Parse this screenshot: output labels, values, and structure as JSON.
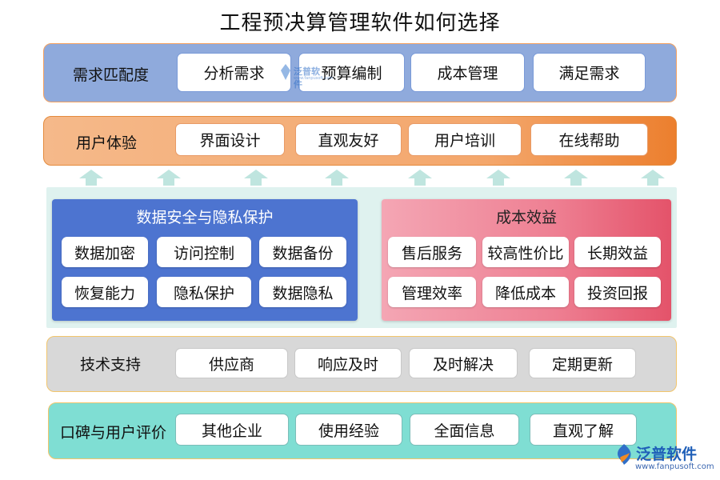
{
  "title": "工程预决算管理软件如何选择",
  "demand": {
    "label": "需求匹配度",
    "items": [
      "分析需求",
      "预算编制",
      "成本管理",
      "满足需求"
    ]
  },
  "ux": {
    "label": "用户体验",
    "items": [
      "界面设计",
      "直观友好",
      "用户培训",
      "在线帮助"
    ]
  },
  "security": {
    "title": "数据安全与隐私保护",
    "items": [
      "数据加密",
      "访问控制",
      "数据备份",
      "恢复能力",
      "隐私保护",
      "数据隐私"
    ]
  },
  "cost": {
    "title": "成本效益",
    "items": [
      "售后服务",
      "较高性价比",
      "长期效益",
      "管理效率",
      "降低成本",
      "投资回报"
    ]
  },
  "tech": {
    "label": "技术支持",
    "items": [
      "供应商",
      "响应及时",
      "及时解决",
      "定期更新"
    ]
  },
  "reputation": {
    "label": "口碑与用户评价",
    "items": [
      "其他企业",
      "使用经验",
      "全面信息",
      "直观了解"
    ]
  },
  "logo": {
    "name": "泛普软件",
    "url": "www.fanpusoft.com"
  },
  "watermark": {
    "name": "泛普软件",
    "url": "www.fanpusoft.com"
  },
  "colors": {
    "demand_band": "#8faadc",
    "ux_band": "#f4a76c",
    "security_panel": "#4d74d0",
    "cost_panel": "#ee7f92",
    "tech_band": "#d8d8d8",
    "reputation_band": "#7fded3",
    "arrow": "#bfe5df"
  }
}
